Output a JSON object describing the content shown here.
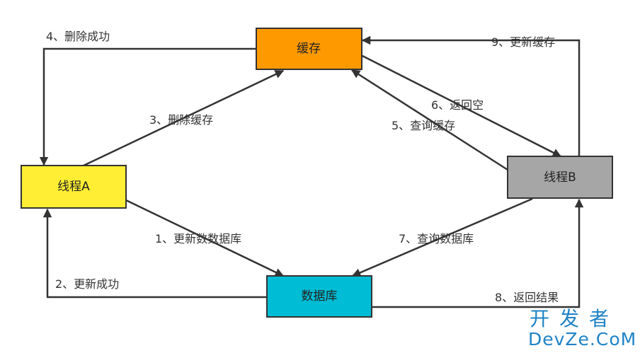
{
  "colors": {
    "cache": "#ff9900",
    "thread_a": "#ffee33",
    "thread_b": "#a6a6a6",
    "database": "#00bcd4",
    "stroke": "#333333",
    "watermark": "#1f83c6"
  },
  "nodes": {
    "cache": "缓存",
    "thread_a": "线程A",
    "thread_b": "线程B",
    "database": "数据库"
  },
  "edges": {
    "e1": "1、更新数数据库",
    "e2": "2、更新成功",
    "e3": "3、删除缓存",
    "e4": "4、删除成功",
    "e5": "5、查询缓存",
    "e6": "6、返回空",
    "e7": "7、查询数据库",
    "e8": "8、返回结果",
    "e9": "9、更新缓存"
  },
  "watermark": {
    "line1": "开发者",
    "line2": "DevZe.CoM"
  }
}
